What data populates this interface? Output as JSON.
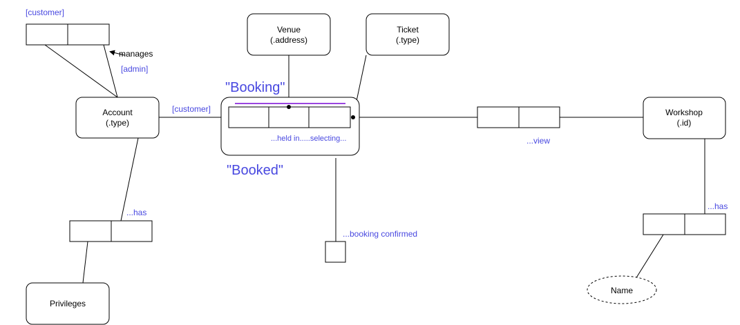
{
  "colors": {
    "annotation": "#4848e0",
    "booking_underline": "#9a45e0",
    "stroke": "#000000"
  },
  "entities": {
    "account": {
      "name": "Account",
      "attr": "(.type)"
    },
    "venue": {
      "name": "Venue",
      "attr": "(.address)"
    },
    "ticket": {
      "name": "Ticket",
      "attr": "(.type)"
    },
    "workshop": {
      "name": "Workshop",
      "attr": "(.id)"
    },
    "privileges": {
      "name": "Privileges"
    },
    "name_attr": {
      "name": "Name"
    }
  },
  "labels": {
    "customer_top": "[customer]",
    "manages": "manages",
    "admin": "[admin]",
    "customer_mid": "[customer]",
    "booking": "\"Booking\"",
    "booked": "\"Booked\"",
    "held_selecting": "...held in.....selecting...",
    "view": "...view",
    "has_account": "...has",
    "booking_confirmed": "...booking confirmed",
    "has_workshop": "...has"
  }
}
